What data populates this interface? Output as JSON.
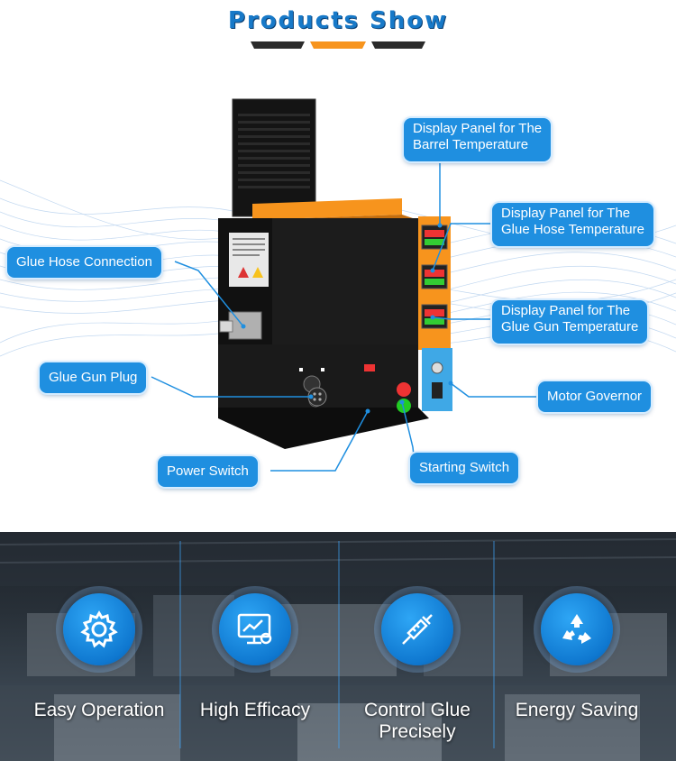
{
  "header": {
    "title": "Products Show"
  },
  "callouts": {
    "barrel_temp": [
      "Display Panel for The",
      "Barrel Temperature"
    ],
    "hose_temp": [
      "Display Panel for The",
      "Glue Hose Temperature"
    ],
    "gun_temp": [
      "Display Panel for The",
      "Glue Gun Temperature"
    ],
    "hose_connection": "Glue Hose Connection",
    "gun_plug": "Glue Gun Plug",
    "motor_governor": "Motor Governor",
    "power_switch": "Power Switch",
    "starting_switch": "Starting Switch"
  },
  "features": [
    {
      "icon": "gear-icon",
      "label": "Easy Operation"
    },
    {
      "icon": "monitor-chart-icon",
      "label": "High Efficacy"
    },
    {
      "icon": "syringe-icon",
      "label": "Control Glue Precisely"
    },
    {
      "icon": "recycle-icon",
      "label": "Energy Saving"
    }
  ],
  "colors": {
    "accent_blue": "#1f8fe0",
    "title_blue": "#1779c8",
    "orange": "#f7941d",
    "machine_black": "#1a1a1a"
  }
}
